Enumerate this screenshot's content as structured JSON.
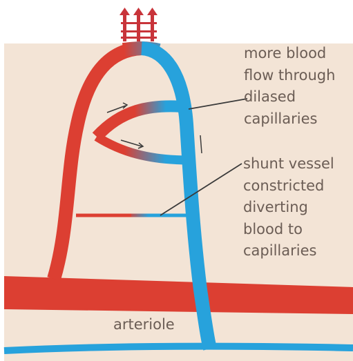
{
  "labels": {
    "capillaries": [
      "more blood",
      "flow through",
      "dilased",
      "capillaries"
    ],
    "shunt": [
      "shunt vessel",
      "constricted",
      "diverting",
      "blood to",
      "capillaries"
    ],
    "arteriole": "arteriole"
  },
  "colors": {
    "background": "#f3e4d6",
    "artery": "#dc3f32",
    "vein": "#27a2dc",
    "heat_arrows": "#c8343a",
    "leader_line": "#3a3a3a",
    "text": "#6b5d55"
  },
  "icons": {
    "heat_arrows": "three-up-arrows-icon"
  }
}
